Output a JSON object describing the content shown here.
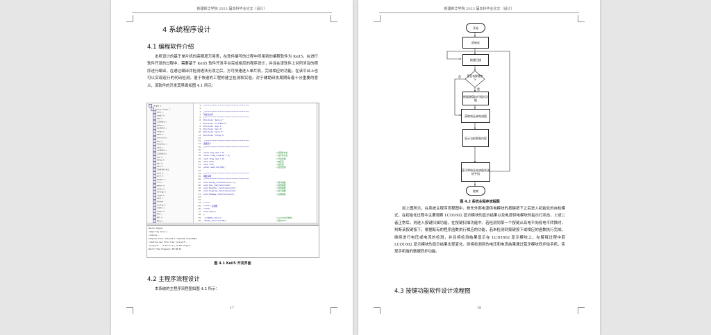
{
  "header_text": "新疆新华学院 2023 届本科毕业论文（设计）",
  "left_page": {
    "chapter_title": "4  系统程序设计",
    "section_4_1": "4.1  编程软件介绍",
    "paragraph_4_1": "本所设计的基于单片机的高精度万用表，在软件编写的过程中所用到的编程软件为 Keil5，在进行软件开发的过程中，需要基于 Keil5 软件开发平台完成相应的程序设计，并且在该软件上对所涉及的程序进行编译，在通过编译并检测语法无误之后，方可快速进入单片机，完成相应的功能，在该平台上也可以实现连行的代码检测，便于快速的工程的建立检测和实验。对于辅助研发周期有着十分重要的意义，该软件的开发其界面如图 4.1 所示：",
    "figure_caption": "图 4.1 Keil5 开发界面",
    "section_4_2": "4.2  主程序流程设计",
    "paragraph_4_2": "本系统的主程序流程图如图 4.2 所示：",
    "page_number": "17"
  },
  "ide": {
    "tree": [
      "Target 1",
      "Source Group 1",
      "main.c",
      "reg52.h",
      "key.c",
      "LCD1602.c",
      "delay.c",
      "adc0832.c",
      "relay.c",
      "math.h",
      "intrins.h",
      "key.h",
      "Display.c",
      "uart.c",
      "ds18b20.c",
      "LCD1602.h",
      "key.h",
      "delay.h",
      "adc.h",
      "main.h",
      "STARTUP.A51",
      "uart.h",
      "port.h",
      "sensor.c",
      "lcd.c",
      "motor.h",
      "stdio.h",
      "string.h",
      "ctype.h",
      "math.c",
      "Driver",
      "config.h",
      "timer.c",
      "timer.h",
      "ADC.c",
      "ADC.h",
      "Menu.c"
    ],
    "code": [
      {
        "n": "1",
        "t": "//*************************************",
        "c": ""
      },
      {
        "n": "2",
        "t": "",
        "c": ""
      },
      {
        "n": "3",
        "t": "//*************************************",
        "c": ""
      },
      {
        "n": "4",
        "t": "包含头文件",
        "c": ""
      },
      {
        "n": "5",
        "t": "//*************************************",
        "c": ""
      },
      {
        "n": "6",
        "t": "#include \"main.h\"",
        "c": ""
      },
      {
        "n": "7",
        "t": "#include \"lcd1602.h\"",
        "c": ""
      },
      {
        "n": "8",
        "t": "#include \"key.h\"",
        "c": ""
      },
      {
        "n": "9",
        "t": "#include \"adc.h\"",
        "c": ""
      },
      {
        "n": "10",
        "t": "#include \"uart.h\"",
        "c": ""
      },
      {
        "n": "11",
        "t": "#include \"relay.h\"",
        "c": ""
      },
      {
        "n": "12",
        "t": "",
        "c": ""
      },
      {
        "n": "13",
        "t": "//*************************************",
        "c": ""
      },
      {
        "n": "14",
        "t": "变量定义",
        "c": ""
      },
      {
        "n": "15",
        "t": "//*************************************",
        "c": ""
      },
      {
        "n": "16",
        "t": "",
        "c": ""
      },
      {
        "n": "17",
        "t": "uchar key_num = 0;",
        "c": "//按键标志位"
      },
      {
        "n": "18",
        "t": "uchar flag_display = 0;",
        "c": "//显示标志位"
      },
      {
        "n": "19",
        "t": "uint time_num = 0;",
        "c": "//计时变量"
      },
      {
        "n": "20",
        "t": "uint V=0;",
        "c": "//电压值"
      },
      {
        "n": "21",
        "t": "uint I=0;",
        "c": "//电流值"
      },
      {
        "n": "22",
        "t": "uchar send_buf[20];",
        "c": "//发送数组"
      },
      {
        "n": "23",
        "t": "",
        "c": ""
      },
      {
        "n": "24",
        "t": "//*************************************",
        "c": ""
      },
      {
        "n": "25",
        "t": "函数声明",
        "c": ""
      },
      {
        "n": "26",
        "t": "//*************************************",
        "c": ""
      },
      {
        "n": "27",
        "t": "void Delay_function(uint x);",
        "c": "//延时函数"
      },
      {
        "n": "28",
        "t": "void Key_function(void);",
        "c": "//按键函数"
      },
      {
        "n": "29",
        "t": "void Monitor_function(void);",
        "c": "//监测函数"
      },
      {
        "n": "30",
        "t": "void Display_function(void);",
        "c": "//显示函数"
      },
      {
        "n": "31",
        "t": "void Manage_function(void);",
        "c": "//处理函数"
      },
      {
        "n": "32",
        "t": "",
        "c": ""
      },
      {
        "n": "33",
        "t": "",
        "c": ""
      },
      {
        "n": "34",
        "t": "/*****",
        "c": ""
      },
      {
        "n": "35",
        "t": "****** 主函数",
        "c": ""
      },
      {
        "n": "36",
        "t": "*****/",
        "c": ""
      },
      {
        "n": "37",
        "t": "void main()",
        "c": ""
      },
      {
        "n": "38",
        "t": "{",
        "c": ""
      },
      {
        "n": "39",
        "t": "    Lcd1602_Init();",
        "c": "//LCD1602初始化"
      },
      {
        "n": "40",
        "t": "    Delay_function(50);",
        "c": "//延时50ms"
      }
    ],
    "output": [
      "Build Output",
      "compiling main.c...",
      "linking...",
      "Program Size: data=76.1 xdata=0 code=4582",
      "creating hex file from \"project\"...",
      "\"project\" - 0 Error(s), 0 Warning(s).",
      "Build Time Elapsed:  00:00:01"
    ]
  },
  "right_page": {
    "figure_caption": "图 4.2  系统主程序流程图",
    "paragraph": "如上图所示，在系统主程序流程图中，首先外部电源供电模块的按键按下之后进入初始化的自检模式，在初始化过程中主要观察 LCD1602 显示模块的显示结果以及电源供电模块的指示灯状态，上述二者正常后，则进入按键扫描功能，在按键扫描功能中，若检测到某一个按键从高电平向低电平转换时，判断该按键按下，根据既有的程序函数执行相应的功能，若未检测到按键按下或相应的函数执行完成，继续进行电压或电流的检测，并且将检测结果显示在 LCD1602 显示模块上，在解释过程中若 LCD1602 显示模块的显示结果出现变化，则将检测到的电压和电流结果通过蓝牙模块同步给手机，实现手机端的数据同步功能。",
    "section_4_3": "4.3  按键功能软件设计流程图",
    "page_number": "18"
  },
  "flowchart": {
    "start": "开始",
    "init": "初始化",
    "scan": "按键扫描",
    "decision": "是否有按键按下",
    "yes_label": "是",
    "no_label": "否",
    "exec": "根据键值执行相应功能",
    "measure": "获取电压或电流值",
    "display": "显示当前界面内容",
    "send": "蓝牙将电压电流值发送给手机",
    "end": "结束"
  }
}
